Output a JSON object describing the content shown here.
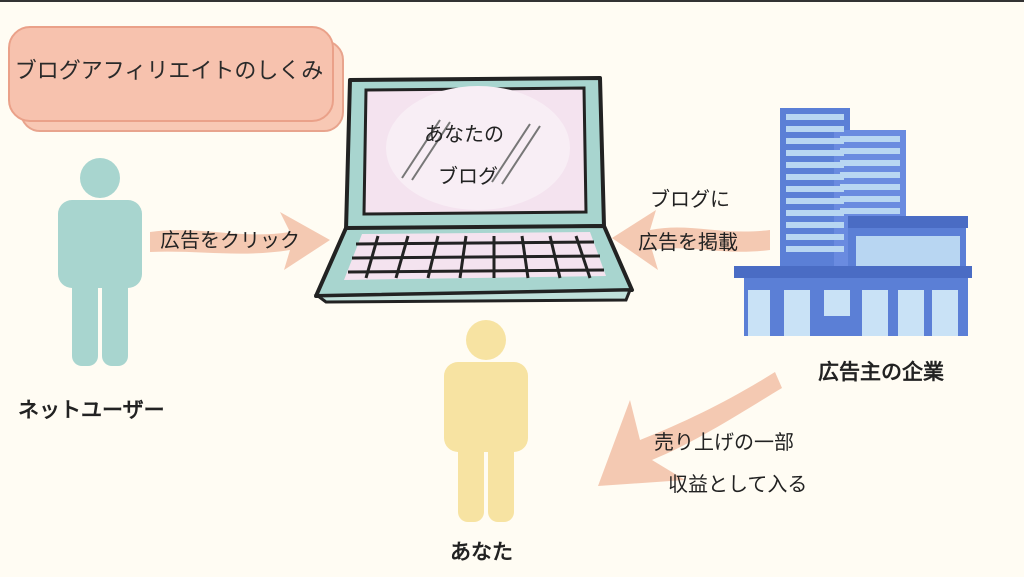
{
  "title": "ブログアフィリエイトのしくみ",
  "blog_screen": {
    "line1": "あなたの",
    "line2": "ブログ"
  },
  "actors": {
    "net_user": "ネットユーザー",
    "you": "あなた",
    "advertiser": "広告主の企業"
  },
  "flows": {
    "click_ad": "広告をクリック",
    "post_ad_line1": "ブログに",
    "post_ad_line2": "広告を掲載",
    "revenue_line1": "売り上げの一部",
    "revenue_line2": "収益として入る"
  },
  "colors": {
    "background": "#fffcf3",
    "arrow": "#f3c3ab",
    "net_user": "#a8d5cf",
    "you": "#f7e3a2",
    "laptop": "#a8d5cf",
    "screen": "#f4e3ef",
    "building": "#5b7fd6"
  }
}
